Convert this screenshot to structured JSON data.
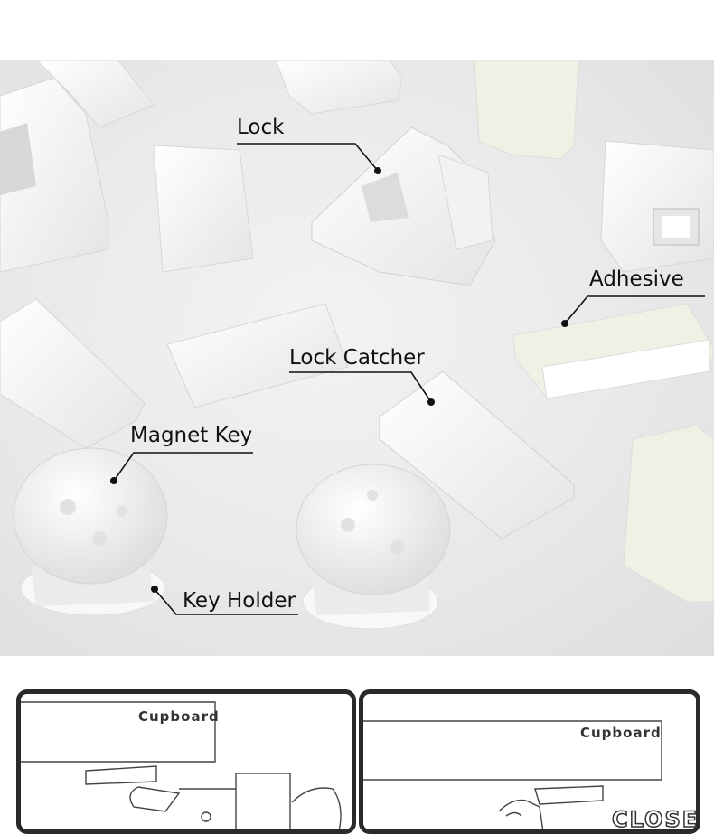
{
  "photo_labels": {
    "lock": "Lock",
    "adhesive": "Adhesive",
    "lock_catcher": "Lock Catcher",
    "magnet_key": "Magnet Key",
    "key_holder": "Key Holder"
  },
  "diagram_left": {
    "cupboard_label": "Cupboard"
  },
  "diagram_right": {
    "cupboard_label": "Cupboard",
    "state_label": "CLOSE"
  },
  "colors": {
    "label_line": "#111111",
    "panel_border": "#2a2a2a"
  }
}
